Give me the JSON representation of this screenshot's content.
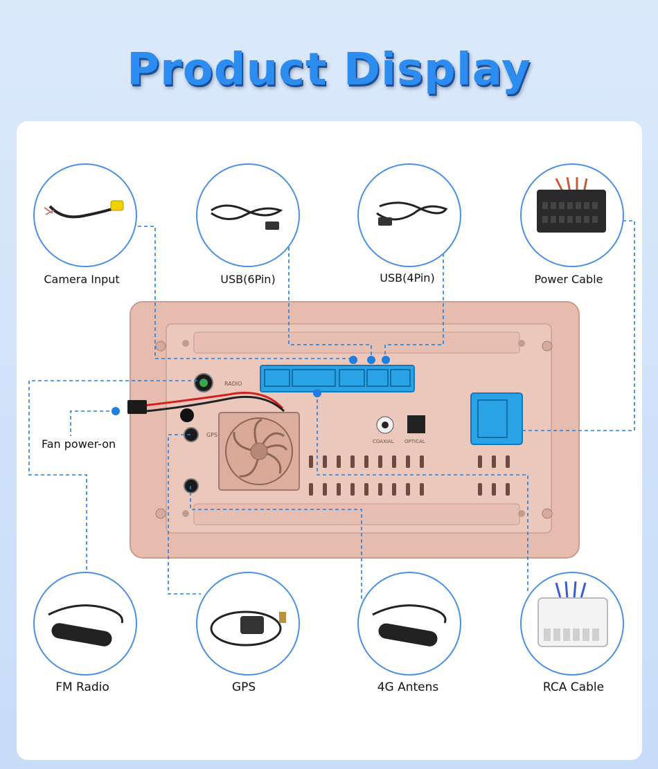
{
  "title": "Product Display",
  "accessories": {
    "camera_input": "Camera Input",
    "usb_6pin": "USB(6Pin)",
    "usb_4pin": "USB(4Pin)",
    "power_cable": "Power Cable",
    "fan_power_on": "Fan power-on",
    "fm_radio": "FM Radio",
    "gps": "GPS",
    "antens_4g": "4G Antens",
    "rca_cable": "RCA Cable"
  },
  "unit_labels": {
    "radio": "RADIO",
    "gps": "GPS",
    "coaxial": "COAXIAL",
    "optical": "OPTICAL"
  },
  "colors": {
    "accent_blue": "#2d8cf0",
    "leader_line": "#1e7fe0",
    "unit_body": "#e8c0b4",
    "connector_blue": "#29a3e6",
    "card_bg": "#ffffff"
  }
}
